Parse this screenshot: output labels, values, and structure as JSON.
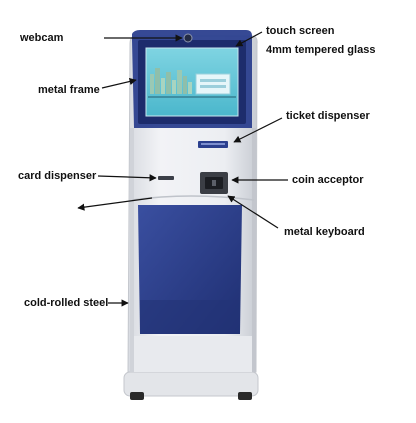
{
  "colors": {
    "body": "#e9ebef",
    "body_shadow": "#c9ccd2",
    "accent_blue": "#2b3f8e",
    "screen_bezel": "#1d2c6c",
    "screen": "#5fc6d8",
    "arrow": "#111111"
  },
  "labels": {
    "webcam": "webcam",
    "metal_frame": "metal frame",
    "touch_screen": "touch screen",
    "tempered_glass": "4mm tempered glass",
    "ticket_dispenser": "ticket dispenser",
    "card_dispenser": "card dispenser",
    "coin_acceptor": "coin acceptor",
    "metal_keyboard": "metal keyboard",
    "cold_rolled_steel": "cold-rolled steel"
  }
}
